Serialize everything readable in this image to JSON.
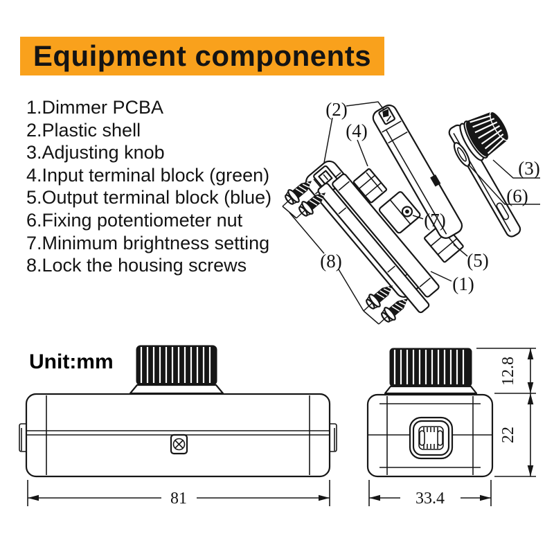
{
  "header": {
    "title": "Equipment components",
    "banner_color": "#F9A11C"
  },
  "parts_list": {
    "items": [
      "1.Dimmer PCBA",
      "2.Plastic shell",
      "3.Adjusting knob",
      "4.Input terminal block (green)",
      "5.Output terminal block (blue)",
      "6.Fixing potentiometer nut",
      "7.Minimum brightness setting",
      "8.Lock the housing screws"
    ]
  },
  "exploded_view": {
    "callouts": {
      "c1": "(1)",
      "c2": "(2)",
      "c3": "(3)",
      "c4": "(4)",
      "c5": "(5)",
      "c6": "(6)",
      "c7": "(7)",
      "c8": "(8)"
    }
  },
  "dimension_drawings": {
    "unit_label": "Unit:mm",
    "side_view": {
      "length_mm": "81"
    },
    "end_view": {
      "width_mm": "33.4",
      "knob_height_mm": "12.8",
      "body_height_mm": "22"
    }
  }
}
